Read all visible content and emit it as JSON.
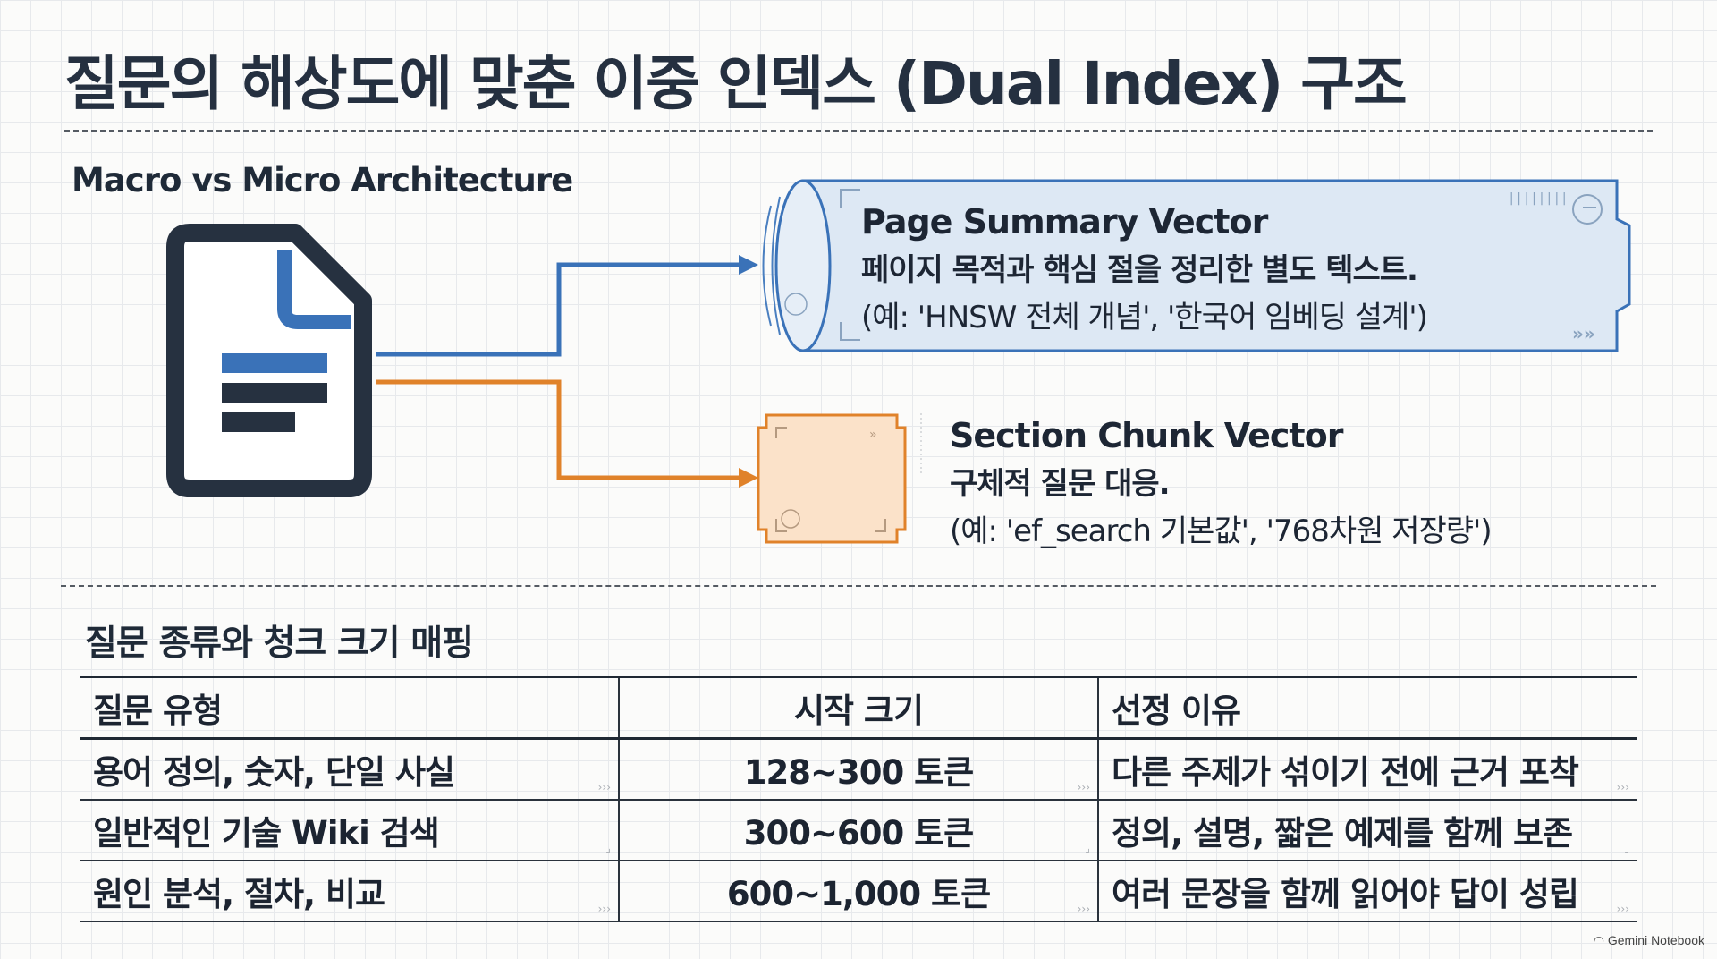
{
  "title": "질문의 해상도에 맞춘 이중 인덱스 (Dual Index) 구조",
  "subtitle": "Macro vs Micro Architecture",
  "page_summary": {
    "title": "Page Summary Vector",
    "line1": "페이지 목적과 핵심 절을 정리한 별도 텍스트.",
    "line2": "(예: 'HNSW 전체 개념', '한국어 임베딩 설계')"
  },
  "section_chunk": {
    "title": "Section Chunk Vector",
    "line1": "구체적 질문 대응.",
    "line2": "(예: 'ef_search 기본값', '768차원 저장량')"
  },
  "mapping": {
    "title": "질문 종류와 청크 크기 매핑",
    "headers": [
      "질문 유형",
      "시작 크기",
      "선정 이유"
    ],
    "rows": [
      [
        "용어 정의, 숫자, 단일 사실",
        "128~300 토큰",
        "다른 주제가 섞이기 전에 근거 포착"
      ],
      [
        "일반적인 기술 Wiki 검색",
        "300~600 토큰",
        "정의, 설명, 짧은 예제를 함께 보존"
      ],
      [
        "원인 분석, 절차, 비교",
        "600~1,000 토큰",
        "여러 문장을 함께 읽어야 답이 성립"
      ]
    ]
  },
  "watermark": "Gemini Notebook",
  "colors": {
    "blue": "#3a72b8",
    "orange": "#e0822a",
    "dark": "#263140",
    "pale_blue": "#dde8f4",
    "pale_orange": "#fbe2c9"
  }
}
